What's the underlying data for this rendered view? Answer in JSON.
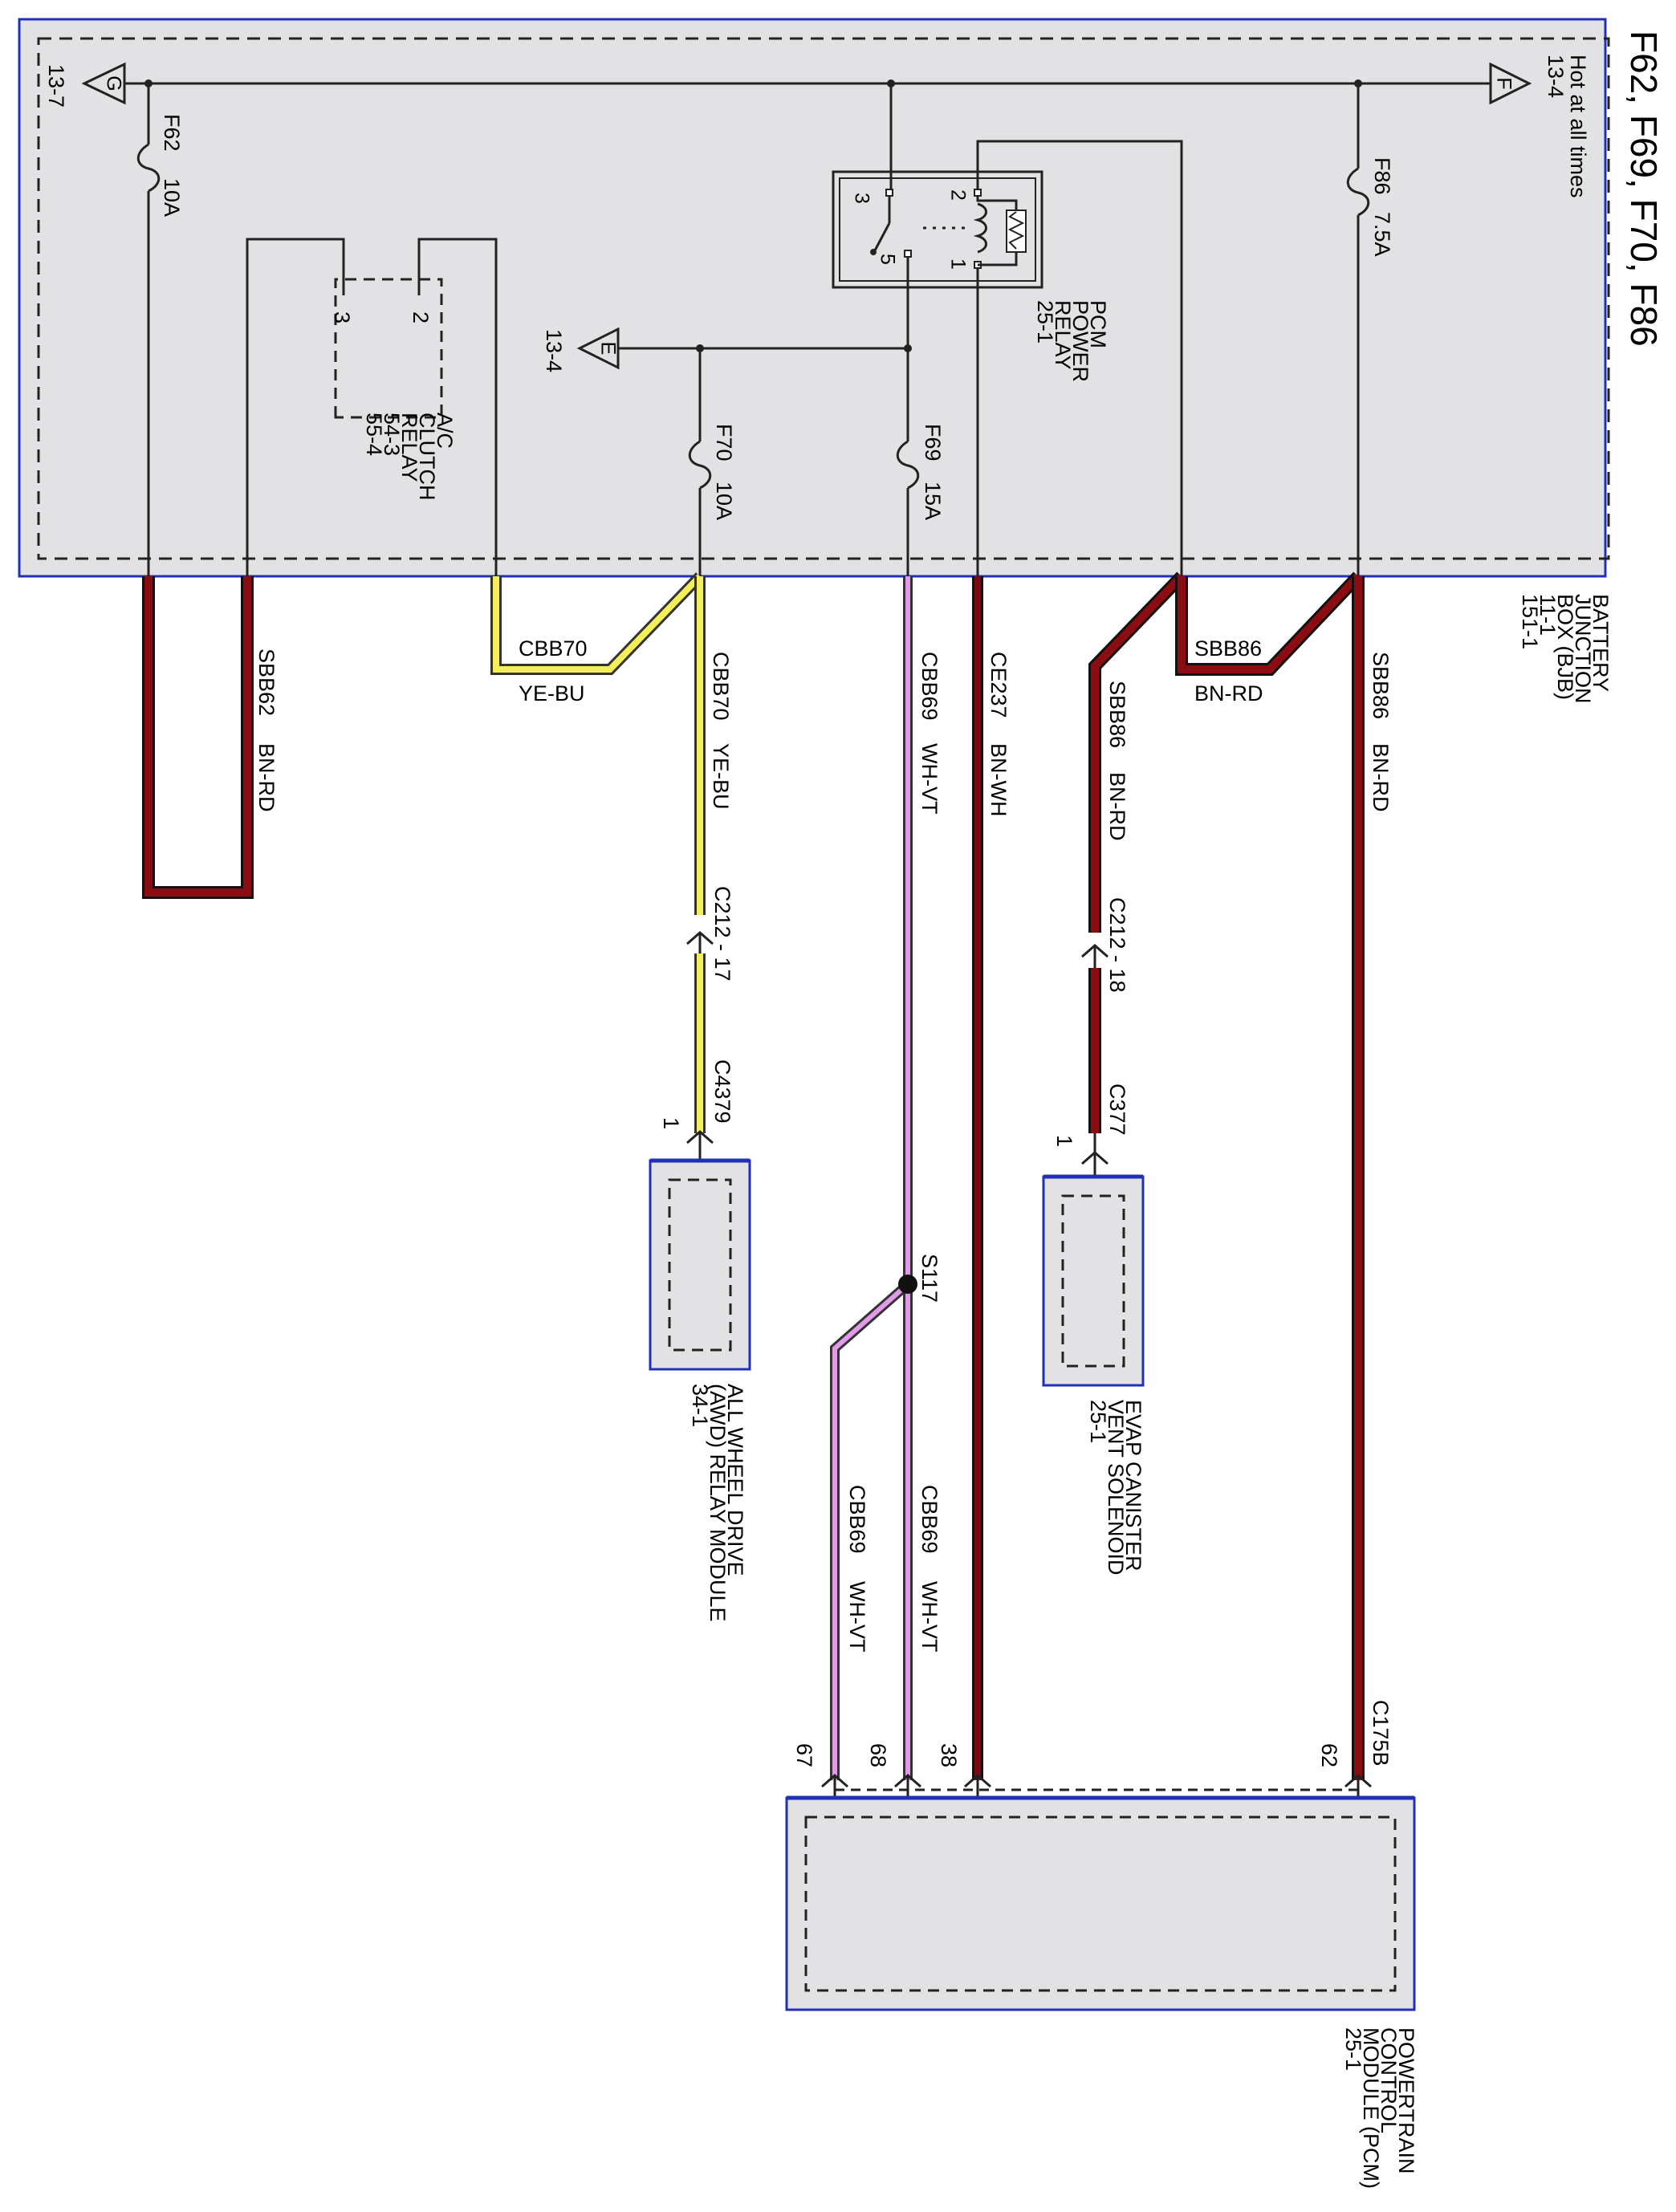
{
  "title": "F62, F69, F70, F86",
  "bjb": {
    "name_lines": [
      "BATTERY",
      "JUNCTION",
      "BOX (BJB)",
      "11-1",
      "151-1"
    ],
    "hot_text": "Hot at all times",
    "hot_ref": "13-4",
    "bus_labels": [
      {
        "letter": "G",
        "ref": "13-7"
      },
      {
        "letter": "F",
        "ref": "13-4"
      },
      {
        "letter": "E",
        "ref": "13-4"
      }
    ]
  },
  "fuses": [
    {
      "id": "F62",
      "rating": "10A"
    },
    {
      "id": "F70",
      "rating": "10A"
    },
    {
      "id": "F69",
      "rating": "15A"
    },
    {
      "id": "F86",
      "rating": "7.5A"
    }
  ],
  "ac_relay": {
    "lines": [
      "A/C",
      "CLUTCH",
      "RELAY",
      "54-3",
      "55-4"
    ],
    "pins": [
      "3",
      "2"
    ]
  },
  "pcm_relay": {
    "lines": [
      "PCM",
      "POWER",
      "RELAY",
      "25-1"
    ],
    "pins": [
      "3",
      "2",
      "5",
      "1"
    ]
  },
  "wires": [
    {
      "circuit": "SBB62",
      "color": "BN-RD"
    },
    {
      "circuit": "CBB70",
      "color": "YE-BU"
    },
    {
      "circuit": "CBB70",
      "color": "YE-BU"
    },
    {
      "circuit": "CBB69",
      "color": "WH-VT"
    },
    {
      "circuit": "CE237",
      "color": "BN-WH"
    },
    {
      "circuit": "SBB86",
      "color": "BN-RD"
    },
    {
      "circuit": "SBB86",
      "color": "BN-RD"
    },
    {
      "circuit": "SBB86",
      "color": "BN-RD"
    },
    {
      "circuit": "CBB69",
      "color": "WH-VT"
    },
    {
      "circuit": "CBB69",
      "color": "WH-VT"
    }
  ],
  "connectors": {
    "c212_17": "C212 - 17",
    "c212_18": "C212 - 18",
    "c4379": "C4379",
    "c4379_pin": "1",
    "c377": "C377",
    "c377_pin": "1",
    "c175b": "C175B",
    "splice": "S117",
    "pcm_pins": [
      "62",
      "38",
      "68",
      "67"
    ]
  },
  "modules": {
    "awd_lines": [
      "ALL WHEEL DRIVE",
      "(AWD) RELAY MODULE",
      "34-1"
    ],
    "evap_lines": [
      "EVAP CANISTER",
      "VENT SOLENOID",
      "25-1"
    ],
    "pcm_lines": [
      "POWERTRAIN",
      "CONTROL",
      "MODULE (PCM)",
      "25-1"
    ]
  },
  "colors": {
    "bn_rd": "#8b0d12",
    "ye_bu": "#f2ef58",
    "wh_vt": "#e39ae8",
    "bn_wh": "#7a0c10",
    "module_fill": "#e2e2e4",
    "module_border": "#2130b8"
  }
}
